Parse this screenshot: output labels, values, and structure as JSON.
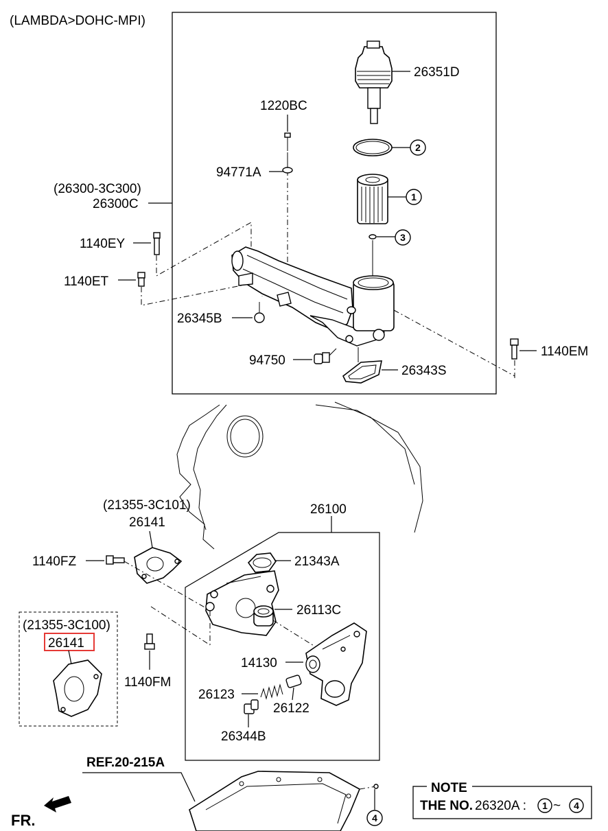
{
  "header": {
    "engine": "(LAMBDA>DOHC-MPI)"
  },
  "labels": {
    "p26351D": "26351D",
    "p1220BC": "1220BC",
    "p94771A": "94771A",
    "p26300ref": "(26300-3C300)",
    "p26300C": "26300C",
    "p1140EY": "1140EY",
    "p1140ET": "1140ET",
    "p26345B": "26345B",
    "p94750": "94750",
    "p26343S": "26343S",
    "p1140EM": "1140EM",
    "p21355ref1": "(21355-3C101)",
    "p26141a": "26141",
    "p26100": "26100",
    "p1140FZ": "1140FZ",
    "p21343A": "21343A",
    "p26113C": "26113C",
    "p21355ref2": "(21355-3C100)",
    "p26141b": "26141",
    "p14130": "14130",
    "p1140FM": "1140FM",
    "p26123": "26123",
    "p26122": "26122",
    "p26344B": "26344B",
    "ref": "REF.20-215A",
    "fr": "FR."
  },
  "callouts": {
    "c1": "1",
    "c2": "2",
    "c3": "3",
    "c4": "4",
    "n1": "1",
    "n4": "4"
  },
  "note": {
    "title": "NOTE",
    "prefix": "THE NO.",
    "part": "26320A :",
    "tilde": "~"
  },
  "colors": {
    "highlight": "#e53935",
    "line": "#000000"
  }
}
